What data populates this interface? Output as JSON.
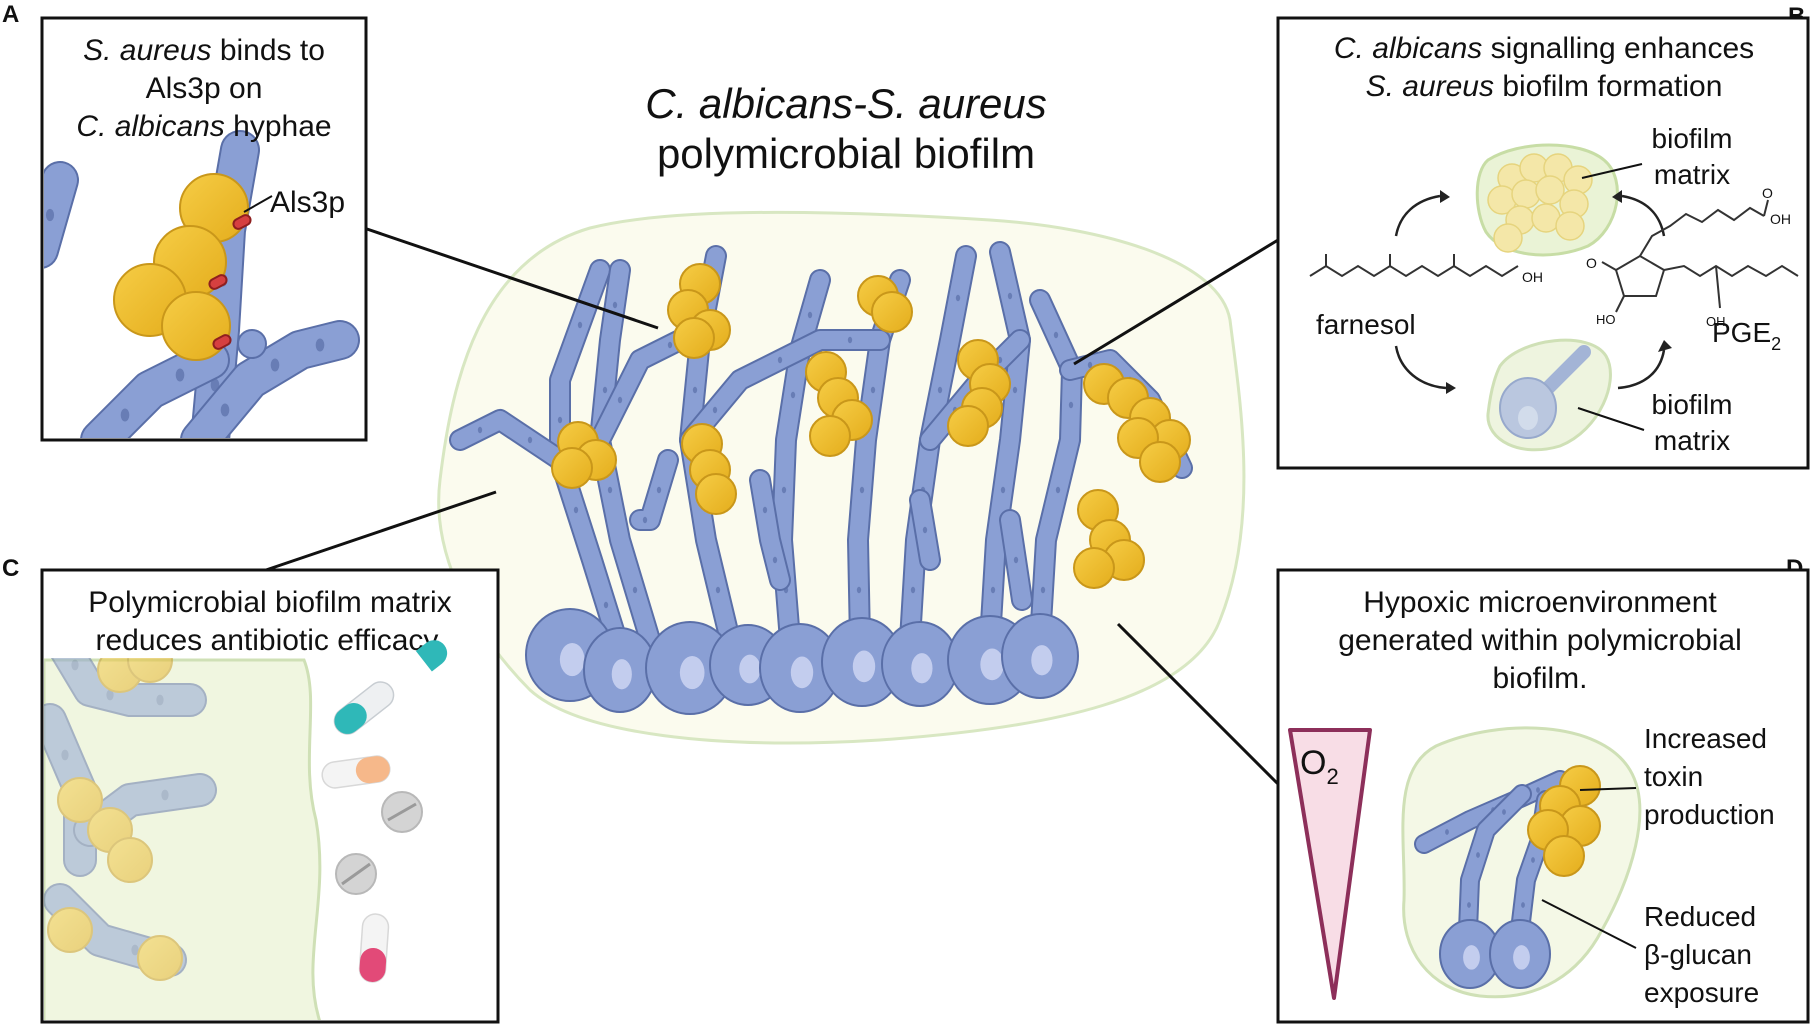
{
  "title": {
    "line1": "C. albicans-S. aureus",
    "line2": "polymicrobial biofilm"
  },
  "panels": {
    "a": {
      "letter": "A",
      "line1_species": "S. aureus",
      "line1_rest": " binds to",
      "line2": "Als3p on",
      "line3_species": "C. albicans",
      "line3_rest": " hyphae",
      "label_als3p": "Als3p"
    },
    "b": {
      "letter": "B",
      "line1_species": "C. albicans",
      "line1_rest": "  signalling enhances",
      "line2_species": "S. aureus",
      "line2_rest": " biofilm formation",
      "matrix_top_1": "biofilm",
      "matrix_top_2": "matrix",
      "matrix_bottom_1": "biofilm",
      "matrix_bottom_2": "matrix",
      "farnesol": "farnesol",
      "oh_farnesol": "OH",
      "pge2": "PGE",
      "pge2_sub": "2",
      "oh_acid": "OH",
      "o_ketone": "O",
      "o_acid": "O",
      "ho_ring": "HO",
      "oh_chain": "OH"
    },
    "c": {
      "letter": "C",
      "line1": "Polymicrobial biofilm matrix",
      "line2": "reduces antibiotic efficacy."
    },
    "d": {
      "letter": "D",
      "line1": "Hypoxic microenvironment",
      "line2": "generated within polymicrobial",
      "line3": "biofilm.",
      "o2": "O",
      "o2_sub": "2",
      "toxin_1": "Increased",
      "toxin_2": "toxin",
      "toxin_3": "production",
      "glucan_1": "Reduced",
      "glucan_2": "β-glucan",
      "glucan_3": "exposure"
    }
  },
  "colors": {
    "hyphae": "#8a9fd4",
    "hyphae_stroke": "#5a6fa8",
    "s_aureus": "#f0bd2a",
    "s_aureus_stroke": "#c9971a",
    "matrix_fill": "#fbfbee",
    "matrix_stroke": "#cfe0b6",
    "als3p": "#d64040",
    "o2_wedge": "#f8dde6",
    "o2_stroke": "#8d2f5a",
    "panel_border": "#111111"
  },
  "icons": [
    "hyphae-cell",
    "yeast-cell",
    "staphylococcus-cocci",
    "antibiotic-capsule",
    "antibiotic-tablet",
    "o2-gradient-wedge",
    "cycle-arrow"
  ]
}
